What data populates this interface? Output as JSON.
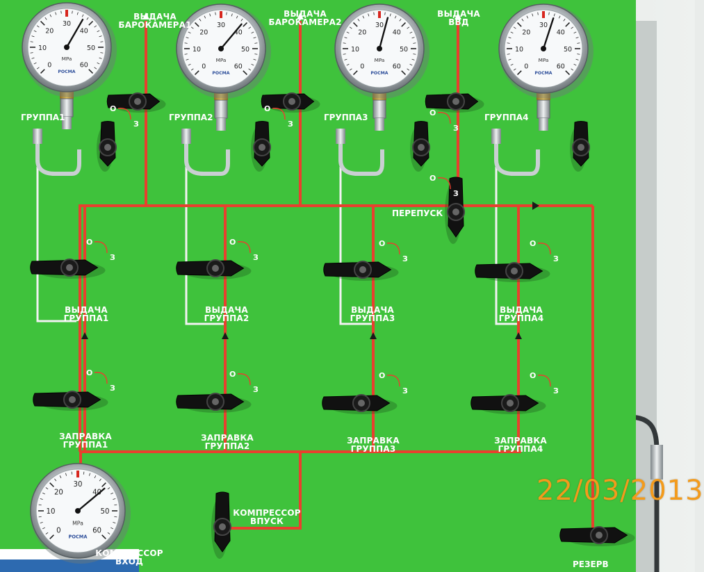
{
  "photo": {
    "panel_color": "#3fc23c",
    "line_red": "#e8402e",
    "line_white": "#f2f2f2",
    "date_stamp": "22/03/2013",
    "date_color": "#f39b1c"
  },
  "gauge_face": {
    "scale": [
      "0",
      "10",
      "20",
      "30",
      "40",
      "50",
      "60"
    ],
    "unit": "MPa",
    "brand": "РОСМА"
  },
  "top_outputs": [
    {
      "line1": "ВЫДАЧА",
      "line2": "БАРОКАМЕРА1"
    },
    {
      "line1": "ВЫДАЧА",
      "line2": "БАРОКАМЕРА2"
    },
    {
      "line1": "ВЫДАЧА",
      "line2": "ВВД"
    }
  ],
  "groups": [
    {
      "name": "ГРУППА1",
      "issue_1": "ВЫДАЧА",
      "issue_2": "ГРУППА1",
      "fill_1": "ЗАПРАВКА",
      "fill_2": "ГРУППА1"
    },
    {
      "name": "ГРУППА2",
      "issue_1": "ВЫДАЧА",
      "issue_2": "ГРУППА2",
      "fill_1": "ЗАПРАВКА",
      "fill_2": "ГРУППА2"
    },
    {
      "name": "ГРУППА3",
      "issue_1": "ВЫДАЧА",
      "issue_2": "ГРУППА3",
      "fill_1": "ЗАПРАВКА",
      "fill_2": "ГРУППА3"
    },
    {
      "name": "ГРУППА4",
      "issue_1": "ВЫДАЧА",
      "issue_2": "ГРУППА4",
      "fill_1": "ЗАПРАВКА",
      "fill_2": "ГРУППА4"
    }
  ],
  "bypass": "ПЕРЕПУСК",
  "compressor_intake": {
    "line1": "КОМПРЕССОР",
    "line2": "ВПУСК"
  },
  "compressor_inlet": {
    "line1": "КОМПРЕССОР",
    "line2": "ВХОД"
  },
  "reserve": "РЕЗЕРВ",
  "valve_marks": {
    "open": "О",
    "closed": "З"
  }
}
